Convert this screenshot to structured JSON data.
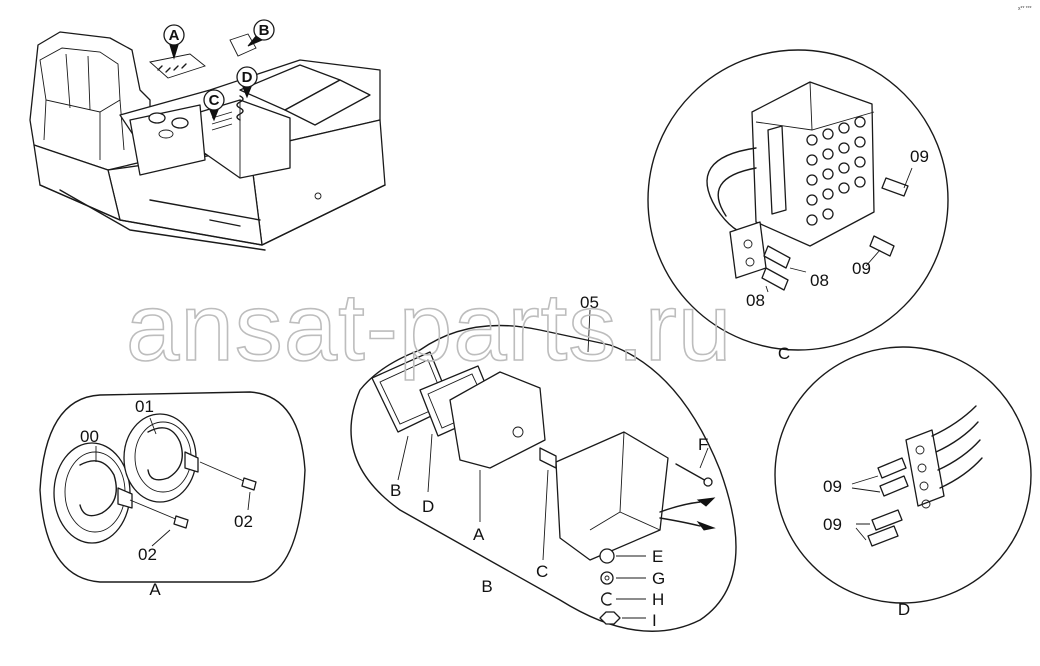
{
  "watermark": "ansat-parts.ru",
  "corner_code": "x** ***",
  "machine": {
    "callouts": [
      "A",
      "B",
      "C",
      "D"
    ]
  },
  "detail_A": {
    "title": "A",
    "parts": [
      "00",
      "01",
      "02",
      "02"
    ]
  },
  "detail_B": {
    "title": "B",
    "top_part": "05",
    "letters": [
      "B",
      "D",
      "A",
      "C",
      "F",
      "E",
      "G",
      "H",
      "I"
    ]
  },
  "detail_C": {
    "title": "C",
    "parts": [
      "09",
      "09",
      "08",
      "08"
    ]
  },
  "detail_D": {
    "title": "D",
    "parts": [
      "09",
      "09"
    ]
  }
}
